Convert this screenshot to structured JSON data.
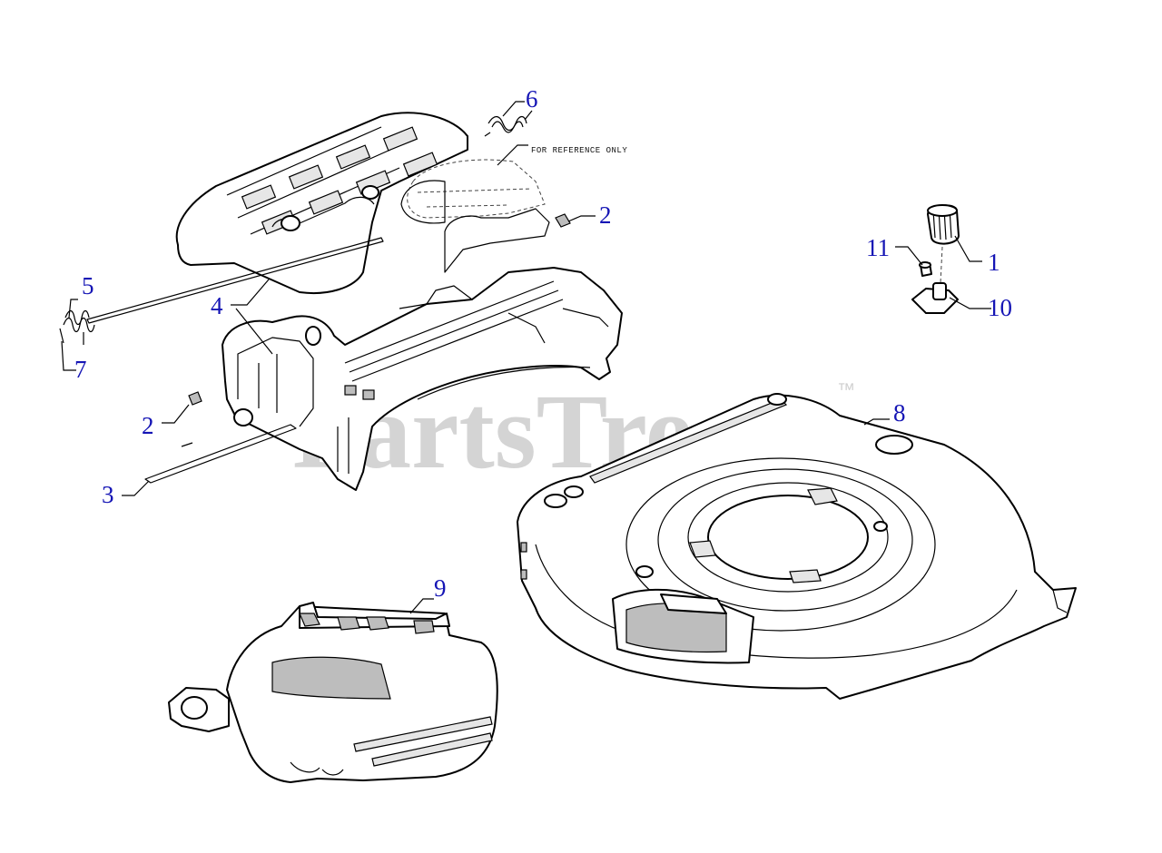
{
  "diagram": {
    "watermark": "PartsTree",
    "trademark": "™",
    "reference_note": "FOR REFERENCE ONLY",
    "callouts": [
      {
        "id": "callout-1",
        "label": "1"
      },
      {
        "id": "callout-2-upper",
        "label": "2"
      },
      {
        "id": "callout-2-lower",
        "label": "2"
      },
      {
        "id": "callout-3",
        "label": "3"
      },
      {
        "id": "callout-4",
        "label": "4"
      },
      {
        "id": "callout-5",
        "label": "5"
      },
      {
        "id": "callout-6",
        "label": "6"
      },
      {
        "id": "callout-7",
        "label": "7"
      },
      {
        "id": "callout-8",
        "label": "8"
      },
      {
        "id": "callout-9",
        "label": "9"
      },
      {
        "id": "callout-10",
        "label": "10"
      },
      {
        "id": "callout-11",
        "label": "11"
      }
    ]
  }
}
